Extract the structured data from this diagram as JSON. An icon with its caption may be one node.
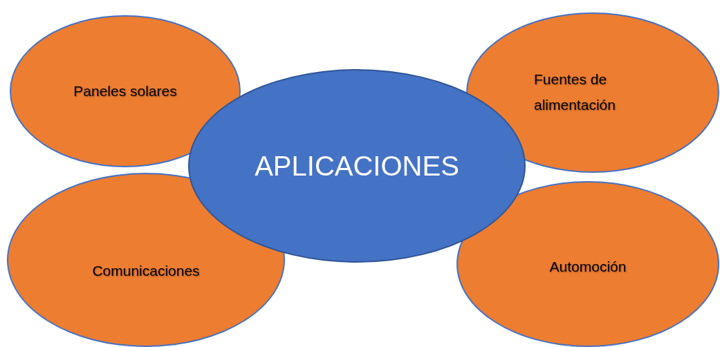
{
  "diagram": {
    "nodes": [
      {
        "text": [
          "Paneles solares"
        ]
      },
      {
        "text": [
          "Fuentes de alimentación"
        ]
      },
      {
        "text": [
          "Comunicaciones"
        ]
      },
      {
        "text": [
          "Automoción"
        ]
      },
      {
        "text": [
          "APLICACIONES"
        ]
      }
    ]
  }
}
